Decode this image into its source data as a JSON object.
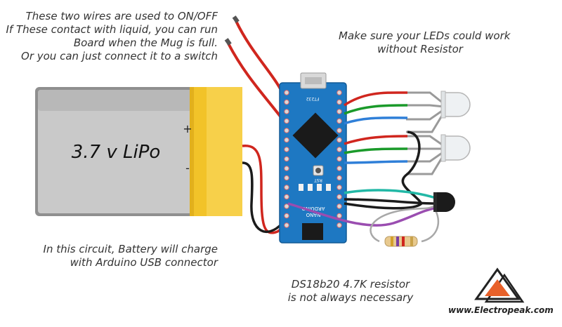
{
  "notes": {
    "wires": [
      "These two wires are used to ON/OFF",
      "If These contact with liquid, you can run",
      "Board when the Mug is full.",
      "Or you can just connect it to a switch"
    ],
    "leds": [
      "Make sure your LEDs could work",
      "without Resistor"
    ],
    "battery": [
      "In this circuit, Battery will charge",
      "with Arduino USB connector"
    ],
    "sensor": [
      "DS18b20 4.7K resistor",
      "is not always necessary"
    ]
  },
  "battery": {
    "label": "3.7 v LiPo",
    "plus": "+",
    "minus": "-"
  },
  "board": {
    "name": "ARDUINO",
    "model": "NANO",
    "reset": "RST",
    "chip": "FT232"
  },
  "website": "www.Electropeak.com",
  "colors": {
    "red_wire": "#d0261e",
    "green_wire": "#1a9a2a",
    "blue_wire": "#2f7fd8",
    "cyan_wire": "#22b8a6",
    "purple_wire": "#9a4db0",
    "black_wire": "#1b1b1b",
    "board": "#1e78c2",
    "battery_body": "#c7c7c7",
    "battery_wrap": "#f2c329",
    "logo": "#e8612a"
  }
}
